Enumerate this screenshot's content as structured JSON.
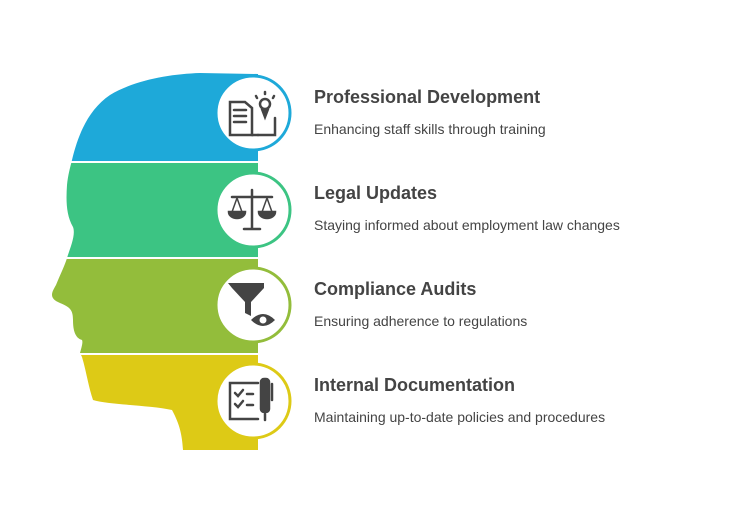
{
  "colors": {
    "blue": "#1ea9d9",
    "green": "#3cc483",
    "olive": "#93bd3b",
    "yellow": "#ddca16",
    "text": "#444444"
  },
  "items": [
    {
      "title": "Professional Development",
      "description": "Enhancing staff skills through training",
      "icon": "book-lightbulb-icon"
    },
    {
      "title": "Legal Updates",
      "description": "Staying informed about employment law changes",
      "icon": "scales-icon"
    },
    {
      "title": "Compliance Audits",
      "description": "Ensuring adherence to regulations",
      "icon": "funnel-eye-icon"
    },
    {
      "title": "Internal Documentation",
      "description": "Maintaining up-to-date policies and procedures",
      "icon": "checklist-pen-icon"
    }
  ]
}
